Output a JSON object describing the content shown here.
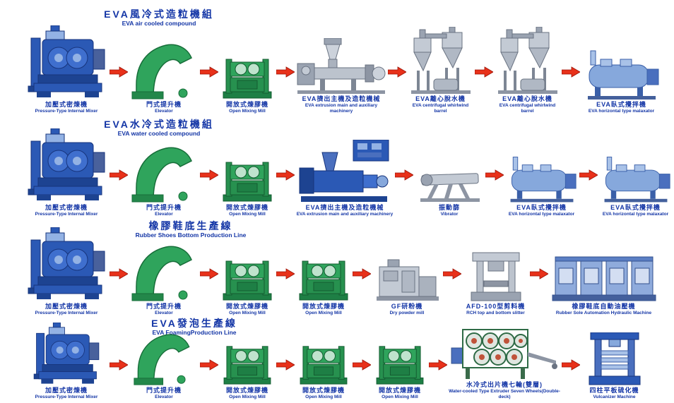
{
  "colors": {
    "arrow_red": "#e8311a",
    "label_blue": "#1335a6"
  },
  "rows": [
    {
      "title_zh": "EVA風冷式造粒機組",
      "title_en": "EVA air cooled compound",
      "machines": [
        {
          "zh": "加壓式密煉機",
          "en": "Pressure-Type Internal Mixer",
          "icon": "internal-mixer"
        },
        {
          "zh": "門式提升機",
          "en": "Elevator",
          "icon": "gate-elevator"
        },
        {
          "zh": "開放式煉膠機",
          "en": "Open Mixing Mill",
          "icon": "open-mixing-mill"
        },
        {
          "zh": "EVA擠出主機及造粒機械",
          "en": "EVA extrusion main and auxiliary machinery",
          "icon": "eva-extruder"
        },
        {
          "zh": "EVA離心脫水機",
          "en": "EVA centrifugal whirlwind barrel",
          "icon": "centrifugal-barrel"
        },
        {
          "zh": "EVA離心脫水機",
          "en": "EVA centrifugal whirlwind barrel",
          "icon": "centrifugal-barrel"
        },
        {
          "zh": "EVA臥式攪拌機",
          "en": "EVA horizontal type malaxator",
          "icon": "horizontal-malaxator"
        }
      ]
    },
    {
      "title_zh": "EVA水冷式造粒機組",
      "title_en": "EVA water cooled compound",
      "machines": [
        {
          "zh": "加壓式密煉機",
          "en": "Pressure-Type Internal Mixer",
          "icon": "internal-mixer"
        },
        {
          "zh": "門式提升機",
          "en": "Elevator",
          "icon": "gate-elevator"
        },
        {
          "zh": "開放式煉膠機",
          "en": "Open Mixing Mill",
          "icon": "open-mixing-mill"
        },
        {
          "zh": "EVA擠出主機及造粒機械",
          "en": "EVA extrusion main and auxiliary machinery",
          "icon": "eva-extruder-water"
        },
        {
          "zh": "振動篩",
          "en": "Vibrator",
          "icon": "vibrator-sieve"
        },
        {
          "zh": "EVA臥式攪拌機",
          "en": "EVA horizontal type malaxator",
          "icon": "horizontal-malaxator"
        },
        {
          "zh": "EVA臥式攪拌機",
          "en": "EVA horizontal type malaxator",
          "icon": "horizontal-malaxator"
        }
      ]
    },
    {
      "title_zh": "橡膠鞋底生產線",
      "title_en": "Rubber Shoes Bottom Production Line",
      "machines": [
        {
          "zh": "加壓式密煉機",
          "en": "Pressure-Type Internal Mixer",
          "icon": "internal-mixer"
        },
        {
          "zh": "門式提升機",
          "en": "Elevator",
          "icon": "gate-elevator"
        },
        {
          "zh": "開放式煉膠機",
          "en": "Open Mixing Mill",
          "icon": "open-mixing-mill"
        },
        {
          "zh": "開放式煉膠機",
          "en": "Open Mixing Mill",
          "icon": "open-mixing-mill"
        },
        {
          "zh": "GF研粉機",
          "en": "Dry powder mill",
          "icon": "powder-mill"
        },
        {
          "zh": "AFD-100型剪料機",
          "en": "RCH top and bottom slitter",
          "icon": "cutting-machine"
        },
        {
          "zh": "橡膠鞋底自動油壓機",
          "en": "Rubber Sole Automation Hydraulic Machine",
          "icon": "hydraulic-press-line"
        }
      ]
    },
    {
      "title_zh": "EVA發泡生產線",
      "title_en": "EVA FoamingProduction Line",
      "machines": [
        {
          "zh": "加壓式密煉機",
          "en": "Pressure-Type Internal Mixer",
          "icon": "internal-mixer"
        },
        {
          "zh": "門式提升機",
          "en": "Elevator",
          "icon": "gate-elevator"
        },
        {
          "zh": "開放式煉膠機",
          "en": "Open Mixing Mill",
          "icon": "open-mixing-mill"
        },
        {
          "zh": "開放式煉膠機",
          "en": "Open Mixing Mill",
          "icon": "open-mixing-mill"
        },
        {
          "zh": "開放式煉膠機",
          "en": "Open Mixing Mill",
          "icon": "open-mixing-mill"
        },
        {
          "zh": "水冷式出片機七輪(雙層)",
          "en": "Water-cooled Type Extruder Seven Wheels(Double-deck)",
          "icon": "seven-wheel-cooler"
        },
        {
          "zh": "四柱平板硫化機",
          "en": "Vulcanizer Machine",
          "icon": "vulcanizer"
        }
      ]
    }
  ]
}
